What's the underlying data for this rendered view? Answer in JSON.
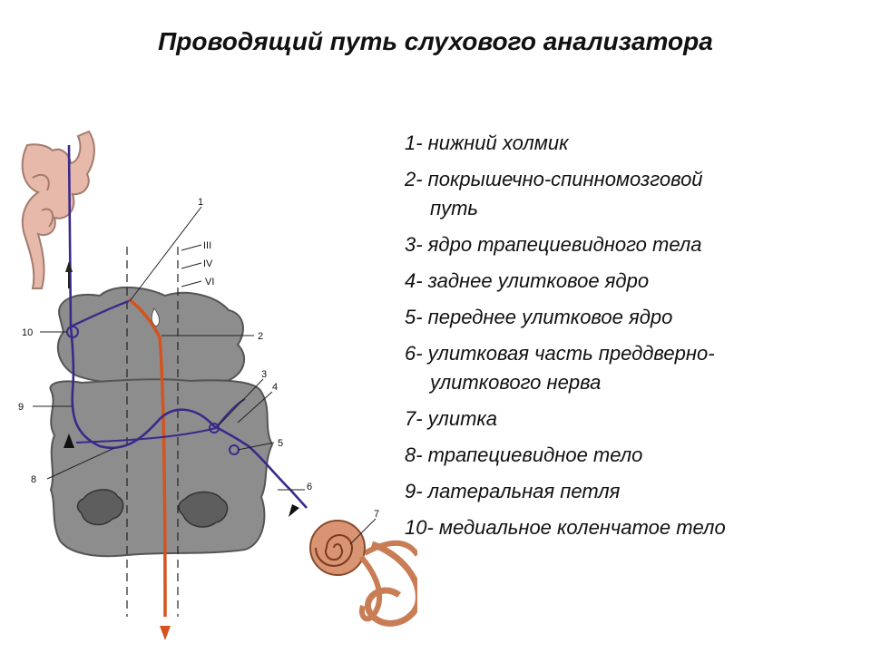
{
  "title": "Проводящий путь слухового анализатора",
  "diagram_labels": {
    "n1": "1",
    "n2": "2",
    "n3": "3",
    "n4": "4",
    "n5": "5",
    "n6": "6",
    "n7": "7",
    "n8": "8",
    "n9": "9",
    "n10": "10",
    "r3": "III",
    "r4": "IV",
    "r6": "VI"
  },
  "legend": [
    {
      "line1": "1- нижний холмик",
      "line2": ""
    },
    {
      "line1": "2- покрышечно-спинномозговой",
      "line2": "путь"
    },
    {
      "line1": "3- ядро трапециевидного тела",
      "line2": ""
    },
    {
      "line1": "4- заднее улитковое ядро",
      "line2": ""
    },
    {
      "line1": "5- переднее улитковое ядро",
      "line2": ""
    },
    {
      "line1": "6- улитковая часть преддверно-",
      "line2": "улиткового нерва"
    },
    {
      "line1": "7- улитка",
      "line2": ""
    },
    {
      "line1": "8- трапециевидное тело",
      "line2": ""
    },
    {
      "line1": "9- латеральная петля",
      "line2": ""
    },
    {
      "line1": "10- медиальное коленчатое тело",
      "line2": ""
    }
  ],
  "colors": {
    "brain_gray": "#8d8d8d",
    "cortex_pink": "#e7b9aa",
    "pathway_blue": "#3a2a8a",
    "tract_orange": "#d5531f",
    "cochlea": "#c97d55"
  }
}
